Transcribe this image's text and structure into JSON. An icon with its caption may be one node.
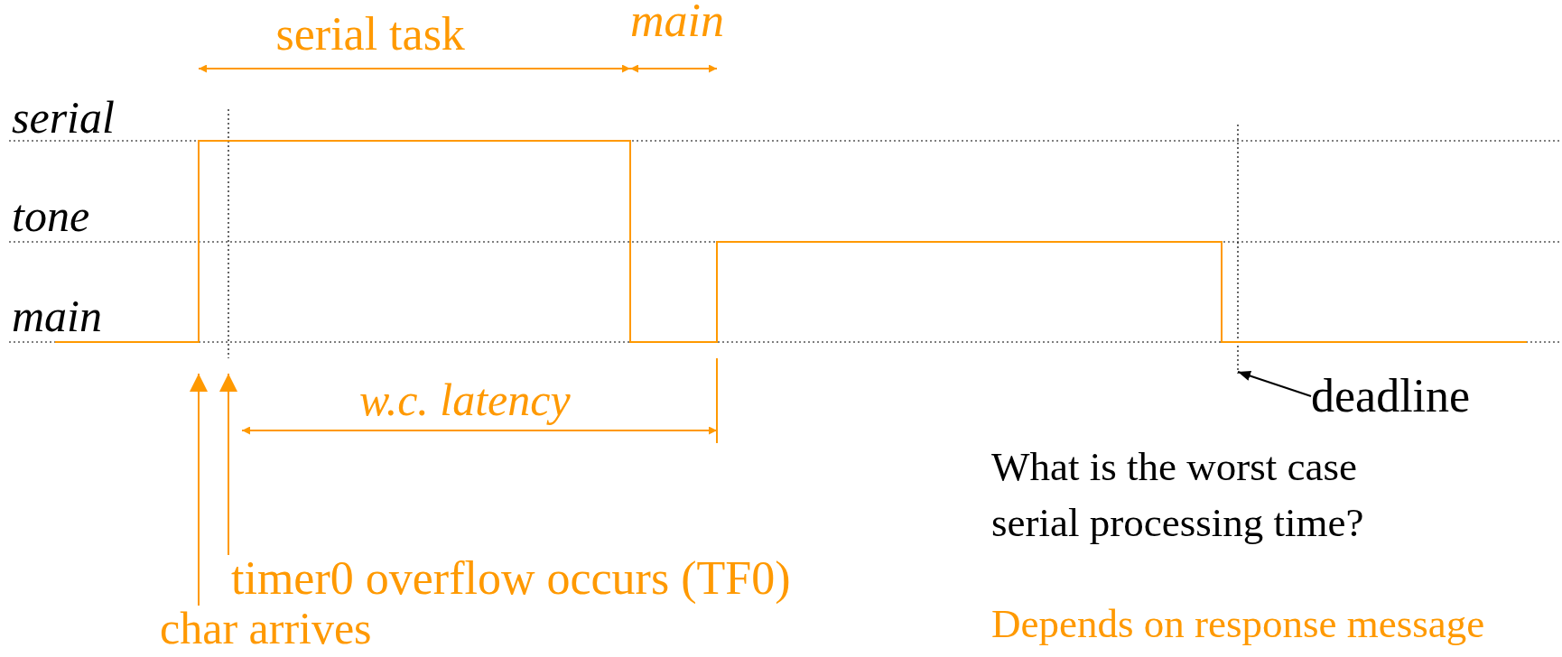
{
  "diagram": {
    "nodes": [
      {
        "text": [
          "timer0 overflow occurs (TF0)"
        ]
      },
      {
        "text": [
          "char arrives"
        ]
      },
      {
        "text": [
          "deadline"
        ]
      }
    ],
    "edges": [
      {
        "from": 0,
        "to": null,
        "arrow": "to"
      },
      {
        "from": 1,
        "to": null,
        "arrow": "to"
      },
      {
        "from": 2,
        "to": null,
        "arrow": "to",
        "color": "#000000"
      }
    ],
    "labels": [
      "serial task",
      "main",
      "serial",
      "tone",
      "main",
      "w.c. latency",
      "What is the worst case serial processing time?",
      "Depends on response message"
    ]
  }
}
